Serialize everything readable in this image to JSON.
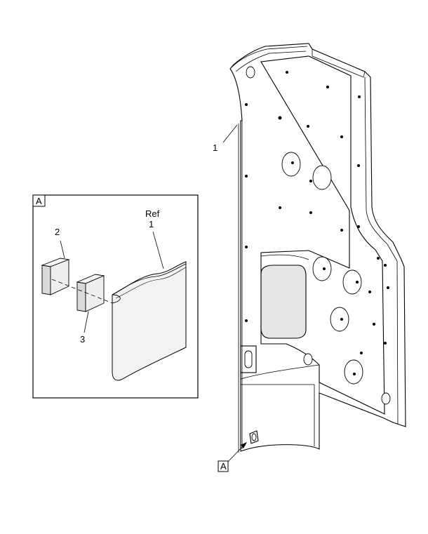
{
  "callouts": {
    "main_part_number": "1",
    "detail_flag_top": "A",
    "detail_flag_bottom": "A",
    "ref_label": "Ref",
    "ref_number": "1",
    "item_2": "2",
    "item_3": "3"
  }
}
